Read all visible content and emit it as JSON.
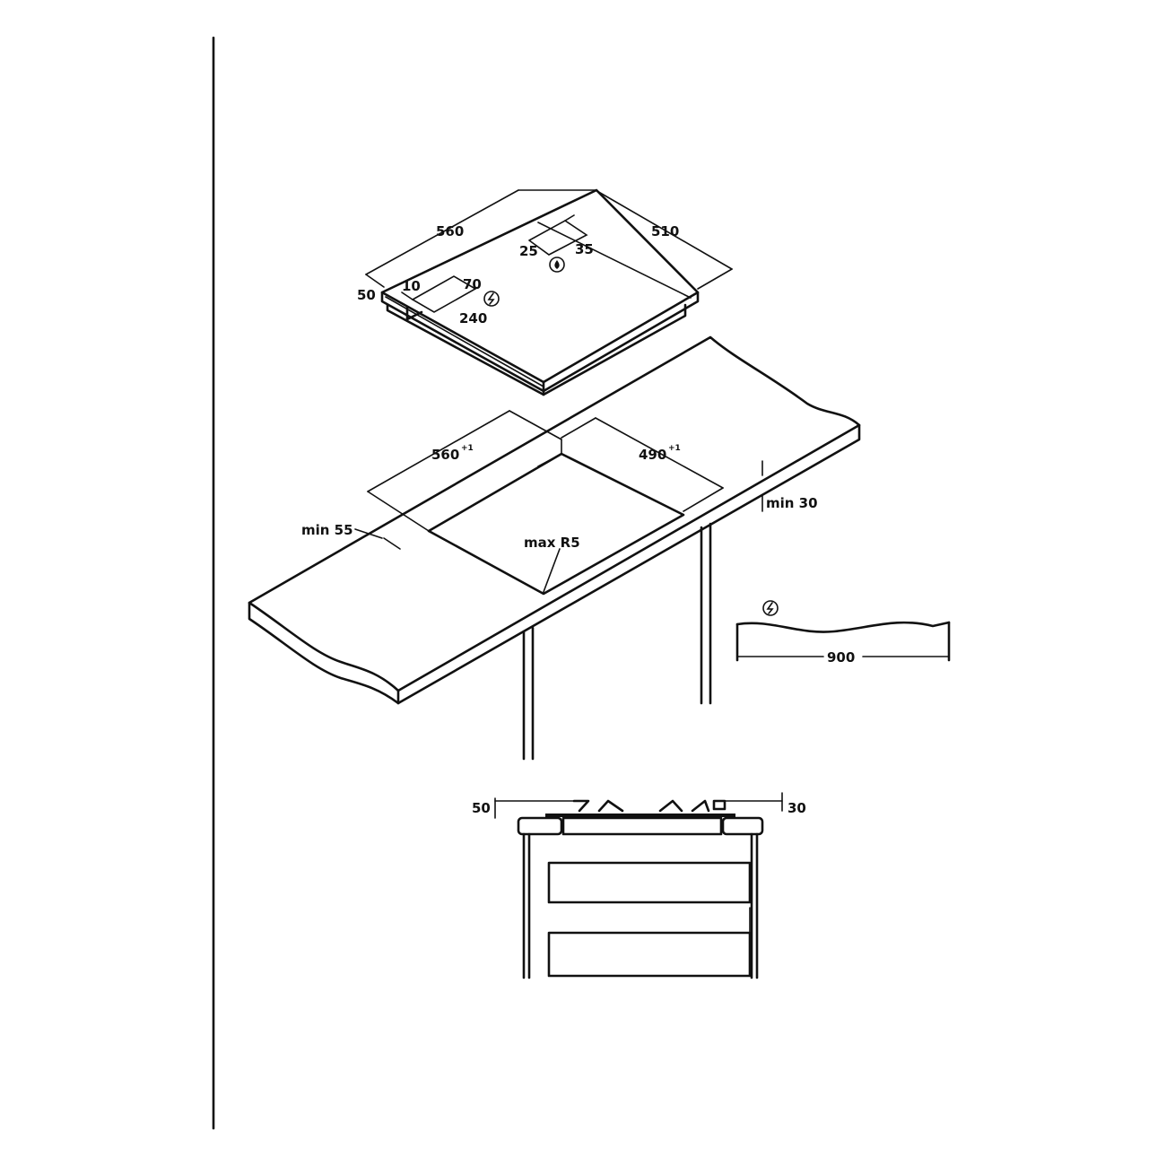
{
  "hob_dimensions": {
    "width": "560",
    "depth": "510",
    "height": "50",
    "gas_offset_left": "25",
    "gas_offset_right": "35",
    "elec_offset_side": "10",
    "elec_box_width": "70",
    "elec_box_depth": "240"
  },
  "cutout_dimensions": {
    "width": "560",
    "width_sup": "+1",
    "depth": "490",
    "depth_sup": "+1",
    "front_clearance": "min 55",
    "back_clearance": "min 30",
    "corner_radius": "max R5"
  },
  "cable": {
    "length": "900"
  },
  "section_view": {
    "left_height": "50",
    "right_height": "30"
  },
  "symbols": {
    "gas": "flame-icon",
    "electric": "lightning-icon"
  }
}
